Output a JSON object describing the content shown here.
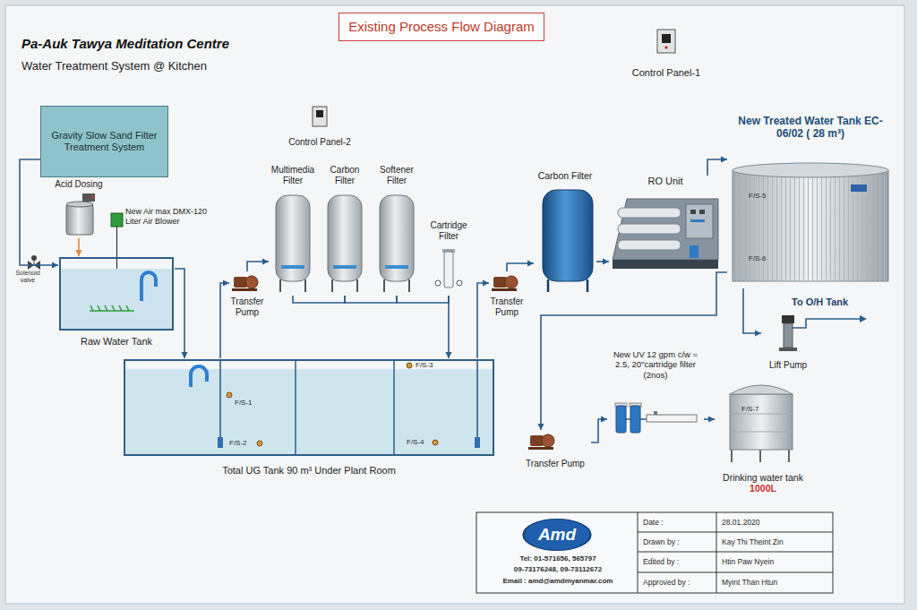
{
  "diagram": {
    "title": "Pa-Auk Tawya Meditation Centre",
    "nodes": [
      {
        "text": [
          "Existing Process Flow Diagram"
        ]
      },
      {
        "text": [
          "Control Panel-1"
        ]
      },
      {
        "text": [
          "Gravity Slow Sand Filter Treatment System"
        ]
      },
      {
        "text": [
          "Control Panel-2"
        ]
      },
      {
        "text": [
          "Multimedia Filter"
        ]
      },
      {
        "text": [
          "Carbon Filter"
        ]
      },
      {
        "text": [
          "Softener Filter"
        ]
      },
      {
        "text": [
          "Cartridge Filter"
        ]
      },
      {
        "text": [
          "Carbon Filter"
        ]
      },
      {
        "text": [
          "RO Unit"
        ]
      },
      {
        "text": [
          "New Treated Water Tank EC-06/02 ( 28 m³)"
        ]
      },
      {
        "text": [
          "Acid Dosing"
        ]
      },
      {
        "text": [
          "Raw Water Tank"
        ]
      },
      {
        "text": [
          "Transfer Pump"
        ]
      },
      {
        "text": [
          "Transfer Pump"
        ]
      },
      {
        "text": [
          "Total UG Tank 90 m³ Under Plant Room"
        ]
      },
      {
        "text": [
          "New UV 12 gpm c/w = 2.5, 20\"cartridge filter (2nos)"
        ]
      },
      {
        "text": [
          "Transfer Pump"
        ]
      },
      {
        "text": [
          "Drinking water tank",
          "1000L"
        ]
      },
      {
        "text": [
          "Lift Pump"
        ]
      },
      {
        "text": [
          "Amd"
        ]
      }
    ],
    "edges": [
      {
        "from": 2,
        "to": 12,
        "arrow": "to"
      },
      {
        "from": 11,
        "to": 12,
        "arrow": "to"
      },
      {
        "from": 12,
        "to": 15,
        "arrow": "to"
      },
      {
        "from": 15,
        "to": 13,
        "arrow": "to"
      },
      {
        "from": 13,
        "to": 4,
        "arrow": "to"
      },
      {
        "from": 4,
        "to": 5,
        "arrow": "none"
      },
      {
        "from": 5,
        "to": 6,
        "arrow": "none"
      },
      {
        "from": 6,
        "to": 7,
        "arrow": "none"
      },
      {
        "from": 7,
        "to": 15,
        "arrow": "to"
      },
      {
        "from": 15,
        "to": 14,
        "arrow": "to"
      },
      {
        "from": 14,
        "to": 8,
        "arrow": "to"
      },
      {
        "from": 8,
        "to": 9,
        "arrow": "to"
      },
      {
        "from": 9,
        "to": 10,
        "arrow": "to"
      },
      {
        "from": 10,
        "to": 19,
        "arrow": "to"
      },
      {
        "from": 10,
        "to": 17,
        "arrow": "to"
      },
      {
        "from": 17,
        "to": 16,
        "arrow": "to"
      },
      {
        "from": 16,
        "to": 18,
        "arrow": "to"
      }
    ],
    "labels": [
      "Water Treatment System @ Kitchen",
      "New Air max DMX-120 Liter Air Blower",
      "Solenoid valve",
      "F/S-1",
      "F/S-2",
      "F/S-3",
      "F/S-4",
      "F/S-5",
      "F/S-6",
      "To O/H Tank",
      "F/S-7",
      "Tel: 01-571656, 565797",
      "09-73176248, 09-73112672",
      "Email : amd@amdmyanmar.com",
      "Date :",
      "28.01.2020",
      "Drawn by :",
      "Kay Thi Theint Zin",
      "Edited by :",
      "Htin Paw Nyein",
      "Approved by :",
      "Myint Than Htun"
    ]
  }
}
